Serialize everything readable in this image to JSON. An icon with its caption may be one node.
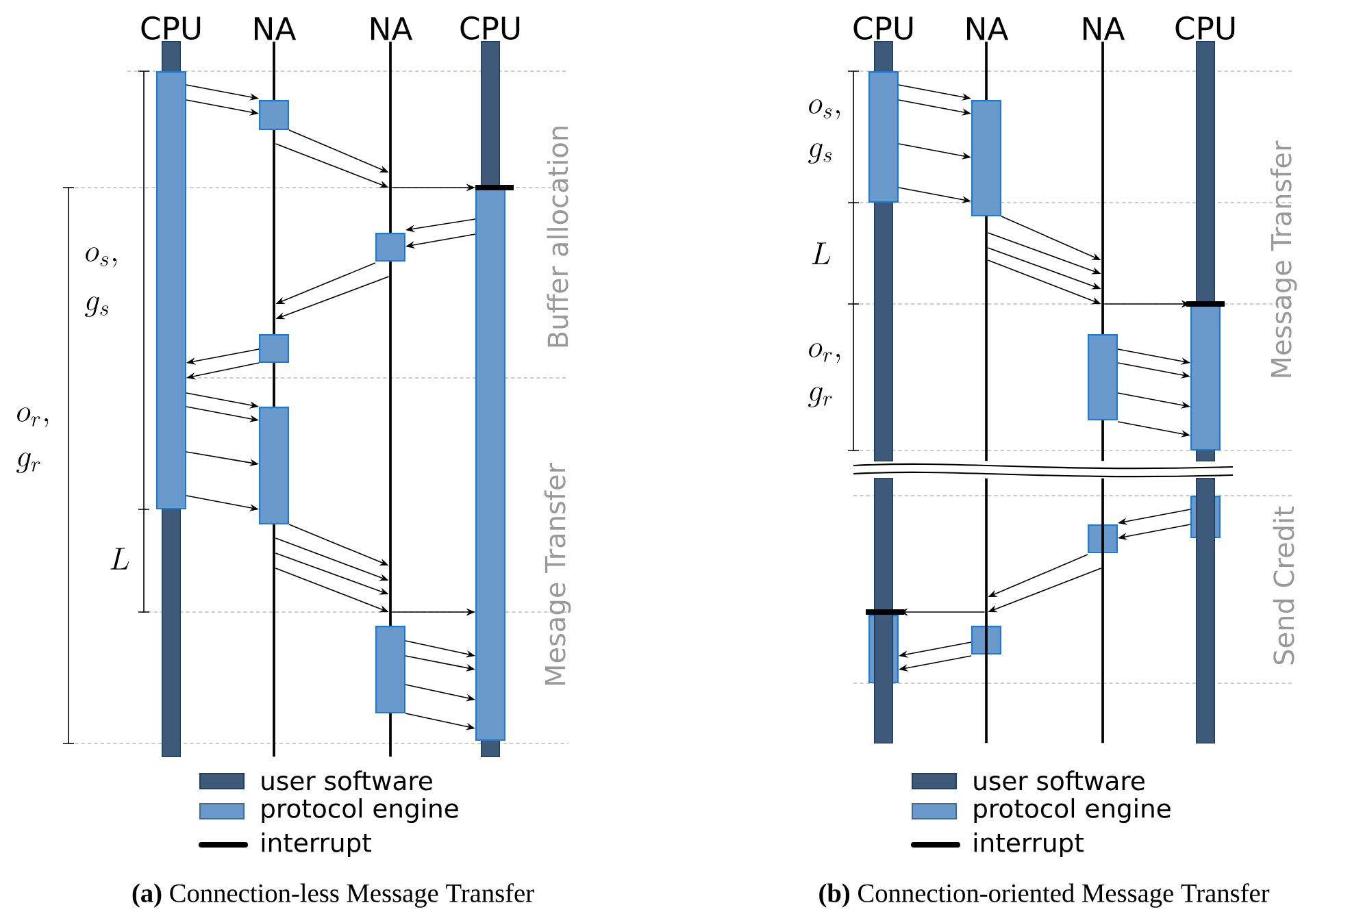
{
  "diagram": {
    "nodes": [
      {
        "text": [
          "CPU"
        ]
      },
      {
        "text": [
          "NA"
        ]
      },
      {
        "text": [
          "NA"
        ]
      },
      {
        "text": [
          "CPU"
        ]
      },
      {
        "text": [],
        "shape": "box"
      },
      {
        "text": [],
        "shape": "box"
      },
      {
        "text": [],
        "shape": "box"
      },
      {
        "text": [],
        "shape": "box"
      },
      {
        "text": [],
        "shape": "box"
      },
      {
        "text": [],
        "shape": "box"
      },
      {
        "text": [],
        "shape": "box"
      },
      {
        "text": [
          "CPU"
        ]
      },
      {
        "text": [
          "NA"
        ]
      },
      {
        "text": [
          "NA"
        ]
      },
      {
        "text": [
          "CPU"
        ]
      },
      {
        "text": [],
        "shape": "box"
      },
      {
        "text": [],
        "shape": "box"
      },
      {
        "text": [],
        "shape": "box"
      },
      {
        "text": [],
        "shape": "box"
      },
      {
        "text": [],
        "shape": "box"
      },
      {
        "text": [],
        "shape": "box"
      },
      {
        "text": [],
        "shape": "box"
      },
      {
        "text": [],
        "shape": "box"
      },
      {
        "text": [],
        "shape": "bar"
      },
      {
        "text": [],
        "shape": "line"
      },
      {
        "text": [],
        "shape": "line"
      },
      {
        "text": [],
        "shape": "bar"
      }
    ],
    "edges": [
      {
        "from": 4,
        "to": 5,
        "arrow": "to"
      },
      {
        "from": 4,
        "to": 5,
        "arrow": "to"
      },
      {
        "from": 5,
        "to": 2,
        "arrow": "to"
      },
      {
        "from": 1,
        "to": 2,
        "arrow": "to"
      },
      {
        "from": 2,
        "to": 10,
        "arrow": "to"
      },
      {
        "from": 10,
        "to": 6,
        "arrow": "to"
      },
      {
        "from": 10,
        "to": 6,
        "arrow": "to"
      },
      {
        "from": 6,
        "to": 1,
        "arrow": "to"
      },
      {
        "from": 2,
        "to": 1,
        "arrow": "to"
      },
      {
        "from": 7,
        "to": 4,
        "arrow": "to"
      },
      {
        "from": 7,
        "to": 4,
        "arrow": "to"
      },
      {
        "from": 4,
        "to": 8,
        "arrow": "to"
      },
      {
        "from": 4,
        "to": 8,
        "arrow": "to"
      },
      {
        "from": 4,
        "to": 8,
        "arrow": "to"
      },
      {
        "from": 4,
        "to": 8,
        "arrow": "to"
      },
      {
        "from": 8,
        "to": 2,
        "arrow": "to"
      },
      {
        "from": 1,
        "to": 2,
        "arrow": "to"
      },
      {
        "from": 1,
        "to": 2,
        "arrow": "to"
      },
      {
        "from": 1,
        "to": 2,
        "arrow": "to"
      },
      {
        "from": 2,
        "to": 10,
        "arrow": "to"
      },
      {
        "from": 9,
        "to": 10,
        "arrow": "to"
      },
      {
        "from": 9,
        "to": 10,
        "arrow": "to"
      },
      {
        "from": 9,
        "to": 10,
        "arrow": "to"
      },
      {
        "from": 9,
        "to": 10,
        "arrow": "to"
      },
      {
        "from": 15,
        "to": 16,
        "arrow": "to"
      },
      {
        "from": 15,
        "to": 16,
        "arrow": "to"
      },
      {
        "from": 15,
        "to": 16,
        "arrow": "to"
      },
      {
        "from": 15,
        "to": 16,
        "arrow": "to"
      },
      {
        "from": 16,
        "to": 13,
        "arrow": "to"
      },
      {
        "from": 12,
        "to": 13,
        "arrow": "to"
      },
      {
        "from": 12,
        "to": 13,
        "arrow": "to"
      },
      {
        "from": 12,
        "to": 13,
        "arrow": "to"
      },
      {
        "from": 13,
        "to": 18,
        "arrow": "to"
      },
      {
        "from": 17,
        "to": 18,
        "arrow": "to"
      },
      {
        "from": 17,
        "to": 18,
        "arrow": "to"
      },
      {
        "from": 17,
        "to": 18,
        "arrow": "to"
      },
      {
        "from": 17,
        "to": 18,
        "arrow": "to"
      },
      {
        "from": 19,
        "to": 20,
        "arrow": "to"
      },
      {
        "from": 19,
        "to": 20,
        "arrow": "to"
      },
      {
        "from": 20,
        "to": 24,
        "arrow": "to"
      },
      {
        "from": 25,
        "to": 24,
        "arrow": "to"
      },
      {
        "from": 24,
        "to": 22,
        "arrow": "to"
      },
      {
        "from": 21,
        "to": 22,
        "arrow": "to"
      },
      {
        "from": 21,
        "to": 22,
        "arrow": "to"
      }
    ],
    "labels": [
      "o_s,",
      "g_s",
      "o_r,",
      "g_r",
      "L",
      "Buffer allocation",
      "Mesage Transfer",
      "**(a)** Connection-less Message Transfer",
      "o_s,",
      "g_s",
      "L",
      "o_r,",
      "g_r",
      "Message Transfer",
      "Send Credit",
      "**(b)** Connection-oriented Message Transfer"
    ],
    "legend": [
      {
        "text": "user software",
        "color": "#3d5a7a"
      },
      {
        "text": "protocol engine",
        "color": "#6a99cb"
      },
      {
        "text": "interrupt"
      },
      {
        "text": "user software",
        "color": "#3d5a7a"
      },
      {
        "text": "protocol engine",
        "color": "#6a99cb"
      },
      {
        "text": "interrupt"
      }
    ]
  }
}
